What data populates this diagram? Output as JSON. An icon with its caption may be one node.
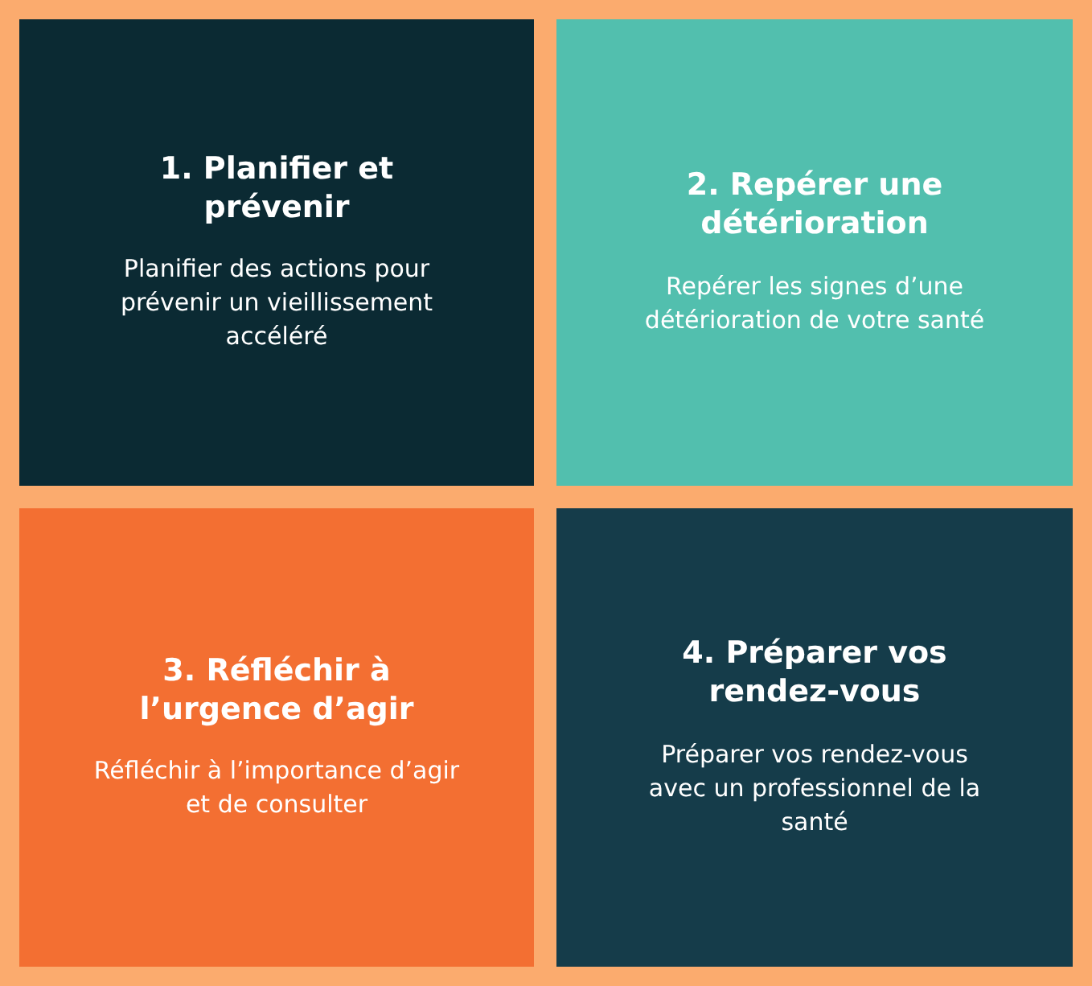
{
  "diagram": {
    "nodes": [
      {
        "text": [
          "1. Planifier et prévenir",
          "Planifier des actions pour prévenir un vieillissement accéléré"
        ]
      },
      {
        "text": [
          "2. Repérer une détérioration",
          "Repérer les signes d’une détérioration de votre santé"
        ]
      },
      {
        "text": [
          "3. Réfléchir à l’urgence d’agir",
          "Réfléchir à l’importance d’agir et de consulter"
        ]
      },
      {
        "text": [
          "4. Préparer vos rendez-vous",
          "Préparer vos rendez-vous avec un professionnel de la santé"
        ]
      }
    ]
  }
}
